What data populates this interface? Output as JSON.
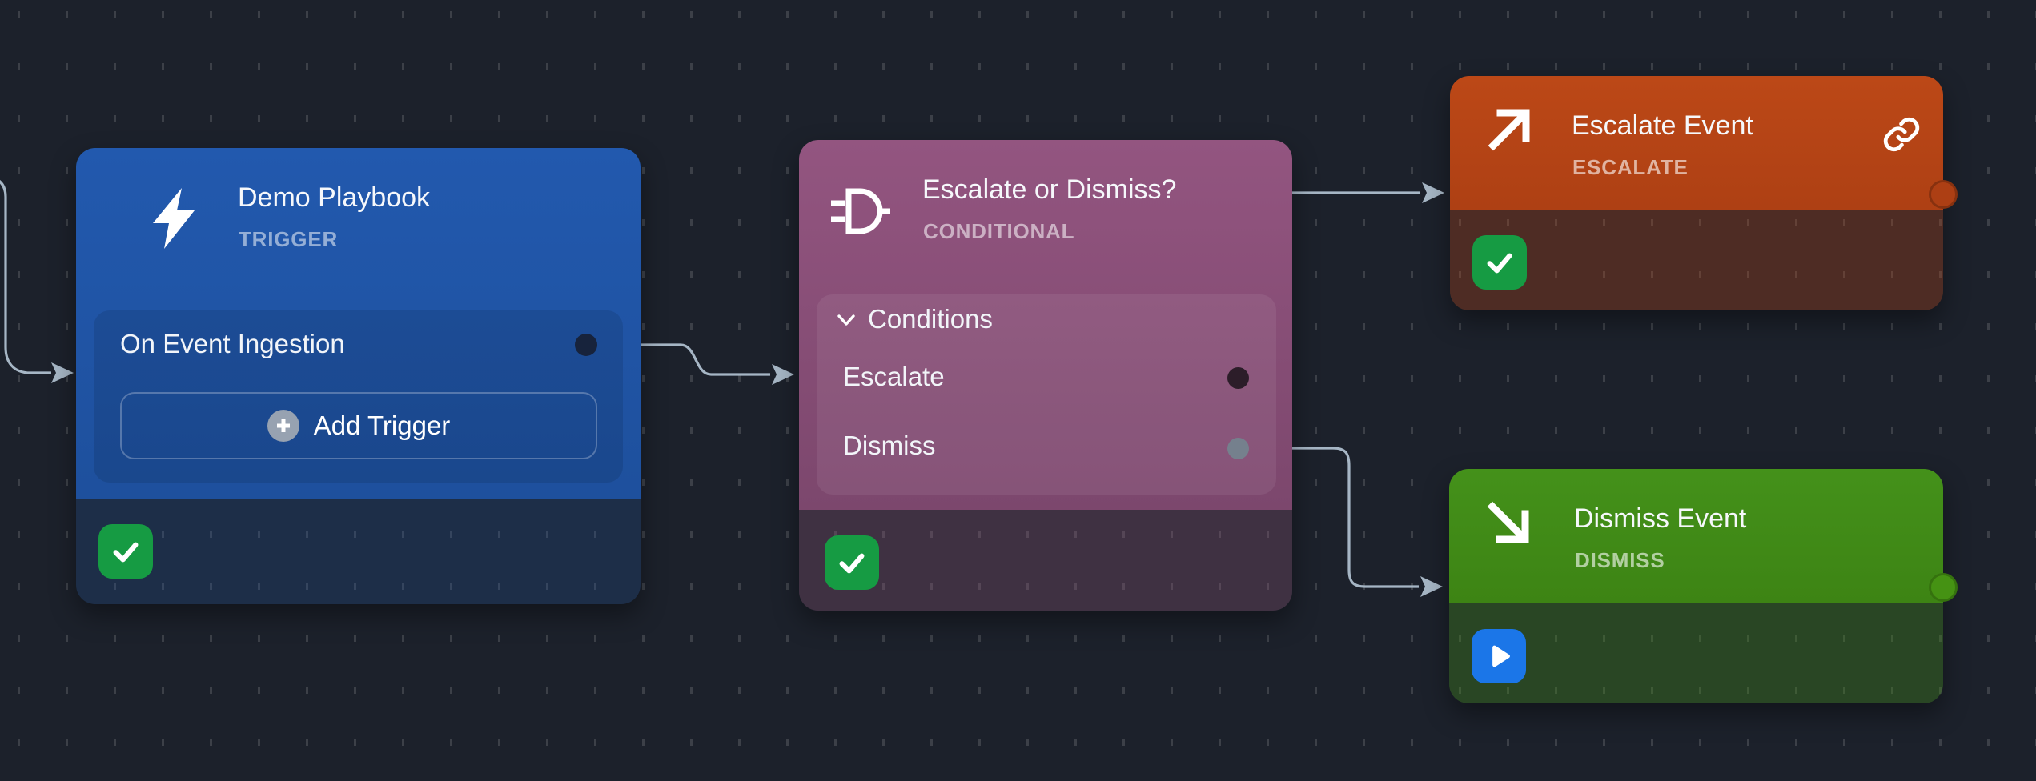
{
  "theme": {
    "canvas-bg": "#1c212b",
    "line": "#a6b6c5",
    "trigger-color": "#2158ac",
    "conditional-color": "#8a5174",
    "escalate-color": "#b64415",
    "dismiss-color": "#418c17",
    "success-green": "#169b43",
    "play-blue": "#1b76e8"
  },
  "nodes": {
    "trigger": {
      "title": "Demo Playbook",
      "type_label": "TRIGGER",
      "icon": "lightning-bolt-icon",
      "output_row_label": "On Event Ingestion",
      "add_button_label": "Add Trigger",
      "status": "success-check"
    },
    "conditional": {
      "title": "Escalate or Dismiss?",
      "type_label": "CONDITIONAL",
      "icon": "logic-gate-icon",
      "section_label": "Conditions",
      "branches": [
        {
          "label": "Escalate"
        },
        {
          "label": "Dismiss"
        }
      ],
      "status": "success-check"
    },
    "escalate": {
      "title": "Escalate Event",
      "type_label": "ESCALATE",
      "icon": "arrow-up-right-icon",
      "link_action_icon": "link-icon",
      "status": "success-check"
    },
    "dismiss": {
      "title": "Dismiss Event",
      "type_label": "DISMISS",
      "icon": "arrow-down-right-icon",
      "status": "play-button"
    }
  }
}
